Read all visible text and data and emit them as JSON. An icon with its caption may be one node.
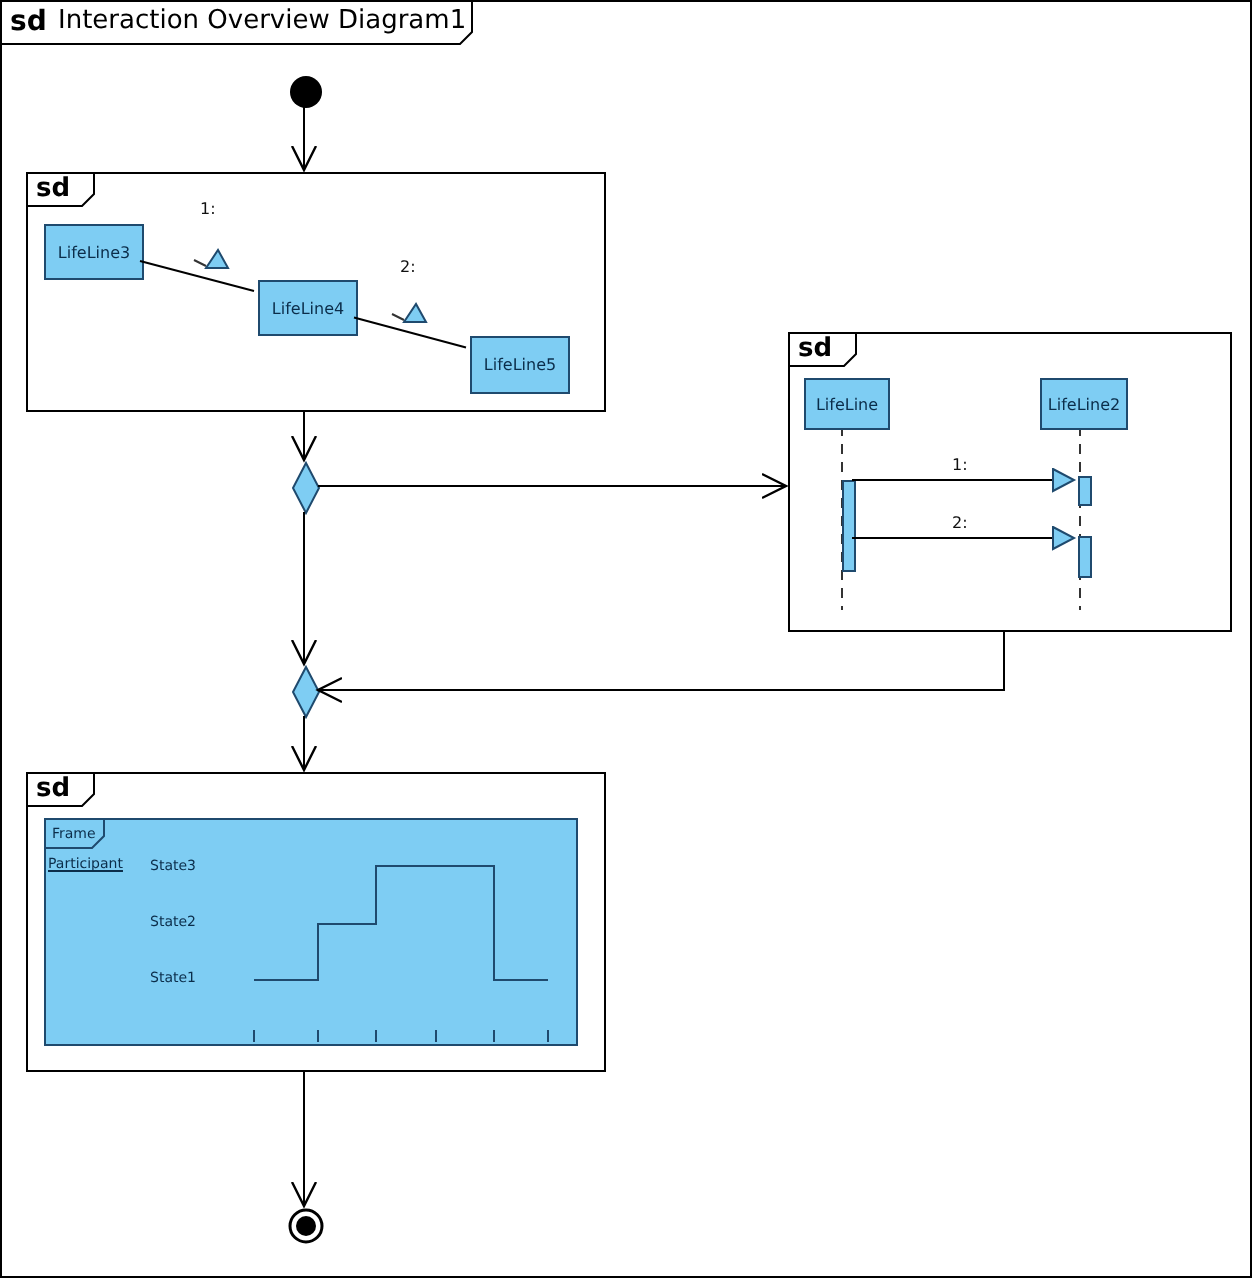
{
  "diagram": {
    "nodes": [
      {
        "text": [
          "sd",
          "Interaction Overview Diagram1"
        ]
      },
      {
        "text": [],
        "shape": "circle",
        "in": 0
      },
      {
        "text": [
          "sd"
        ],
        "in": 0
      },
      {
        "text": [
          "LifeLine3"
        ],
        "in": 2
      },
      {
        "text": [
          "LifeLine4"
        ],
        "in": 2
      },
      {
        "text": [
          "LifeLine5"
        ],
        "in": 2
      },
      {
        "text": [],
        "shape": "diamond",
        "in": 0
      },
      {
        "text": [
          "sd"
        ],
        "in": 0
      },
      {
        "text": [
          "LifeLine"
        ],
        "in": 7
      },
      {
        "text": [
          "LifeLine2"
        ],
        "in": 7
      },
      {
        "text": [],
        "shape": "bar",
        "in": 7
      },
      {
        "text": [],
        "shape": "bar",
        "in": 7
      },
      {
        "text": [],
        "shape": "bar",
        "in": 7
      },
      {
        "text": [],
        "shape": "diamond",
        "in": 0
      },
      {
        "text": [
          "sd"
        ],
        "in": 0
      },
      {
        "text": [
          "Frame"
        ],
        "in": 14
      },
      {
        "text": [],
        "shape": "circle",
        "in": 0
      }
    ],
    "edges": [
      {
        "from": 1,
        "to": 2,
        "arrow": "to"
      },
      {
        "from": 2,
        "to": 6,
        "arrow": "to"
      },
      {
        "from": 6,
        "to": 7,
        "arrow": "to"
      },
      {
        "from": 6,
        "to": 13,
        "arrow": "to"
      },
      {
        "from": 7,
        "to": 13,
        "arrow": "to"
      },
      {
        "from": 13,
        "to": 14,
        "arrow": "to"
      },
      {
        "from": 14,
        "to": 16,
        "arrow": "to"
      },
      {
        "from": 3,
        "to": 4,
        "arrow": "none",
        "label": "1:"
      },
      {
        "from": 4,
        "to": 5,
        "arrow": "none",
        "label": "2:"
      },
      {
        "from": 10,
        "to": 11,
        "arrow": "to",
        "label": "1:"
      },
      {
        "from": 10,
        "to": 12,
        "arrow": "to",
        "label": "2:"
      }
    ],
    "labels": [
      "Participant",
      "State3",
      "State2",
      "State1"
    ]
  }
}
